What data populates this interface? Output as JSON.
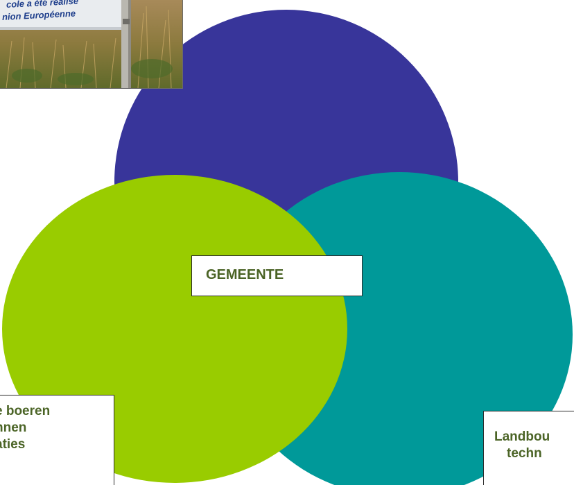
{
  "photo": {
    "sign_text_line1": "cole a été réalisé",
    "sign_text_line2": "nion Européenne"
  },
  "circles": {
    "top_color": "#38359a",
    "left_color": "#99cc00",
    "right_color": "#009999"
  },
  "labels": {
    "center": "GEMEENTE",
    "left_lines": [
      "e boeren",
      "nnen",
      "aties"
    ],
    "right_lines": [
      "Landbou",
      "techn"
    ]
  },
  "label_text_color": "#4b6426"
}
